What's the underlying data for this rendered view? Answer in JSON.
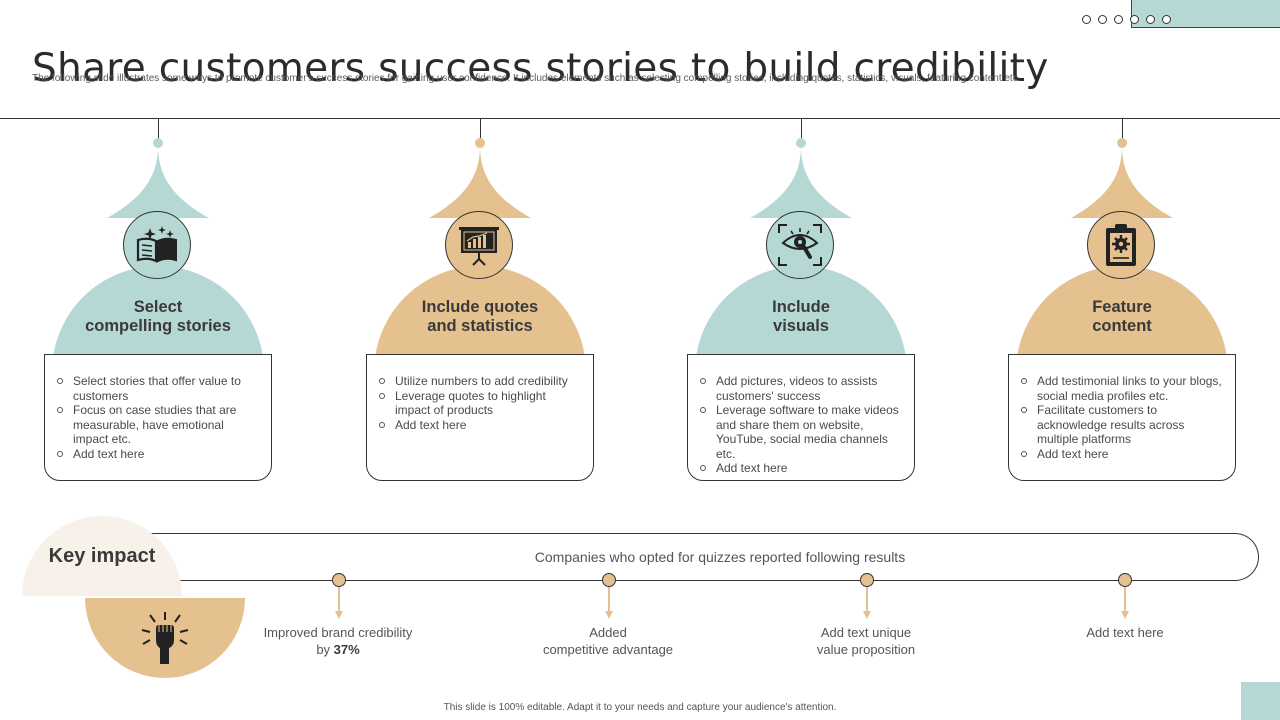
{
  "slide": {
    "title": "Share customers success stories to build credibility",
    "subtitle": "The following slide illustrates some ways to promote customer's success stories for gaining user confidence. It includes elements  such as selecting compelling  stories, including quotes, statistics, visuals, featuring content etc.",
    "footer": "This slide is 100% editable.  Adapt it to your needs and capture your audience's attention."
  },
  "colors": {
    "teal": "#b5d8d4",
    "gold": "#e4c18e",
    "cream": "#f7f1ea",
    "ink": "#2b2b2b"
  },
  "columns": [
    {
      "heading": "Select\ncompelling stories",
      "icon": "open-book-icon",
      "color": "teal",
      "points": [
        "Select stories that offer value to customers",
        "Focus on case studies that are measurable, have emotional impact etc.",
        "Add text here"
      ]
    },
    {
      "heading": "Include quotes\nand statistics",
      "icon": "presentation-board-icon",
      "color": "gold",
      "points": [
        "Utilize numbers to add credibility",
        "Leverage quotes to highlight impact of products",
        "Add text here"
      ]
    },
    {
      "heading": "Include\nvisuals",
      "icon": "eye-magnifier-icon",
      "color": "teal",
      "points": [
        "Add pictures, videos to assists customers' success",
        "Leverage software to make videos and share them on website, YouTube, social media channels etc.",
        "Add text here"
      ]
    },
    {
      "heading": "Feature\ncontent",
      "icon": "clipboard-gear-icon",
      "color": "gold",
      "points": [
        "Add testimonial links to your blogs, social media profiles etc.",
        "Facilitate customers to acknowledge results across multiple platforms",
        "Add text here"
      ]
    }
  ],
  "impact": {
    "label": "Key impact",
    "header": "Companies who opted for quizzes reported following results",
    "results": [
      {
        "text": "Improved  brand credibility\nby ",
        "highlight": "37%"
      },
      {
        "text": "Added\ncompetitive  advantage",
        "highlight": ""
      },
      {
        "text": "Add text unique\nvalue  proposition",
        "highlight": ""
      },
      {
        "text": "Add text here",
        "highlight": ""
      }
    ]
  }
}
